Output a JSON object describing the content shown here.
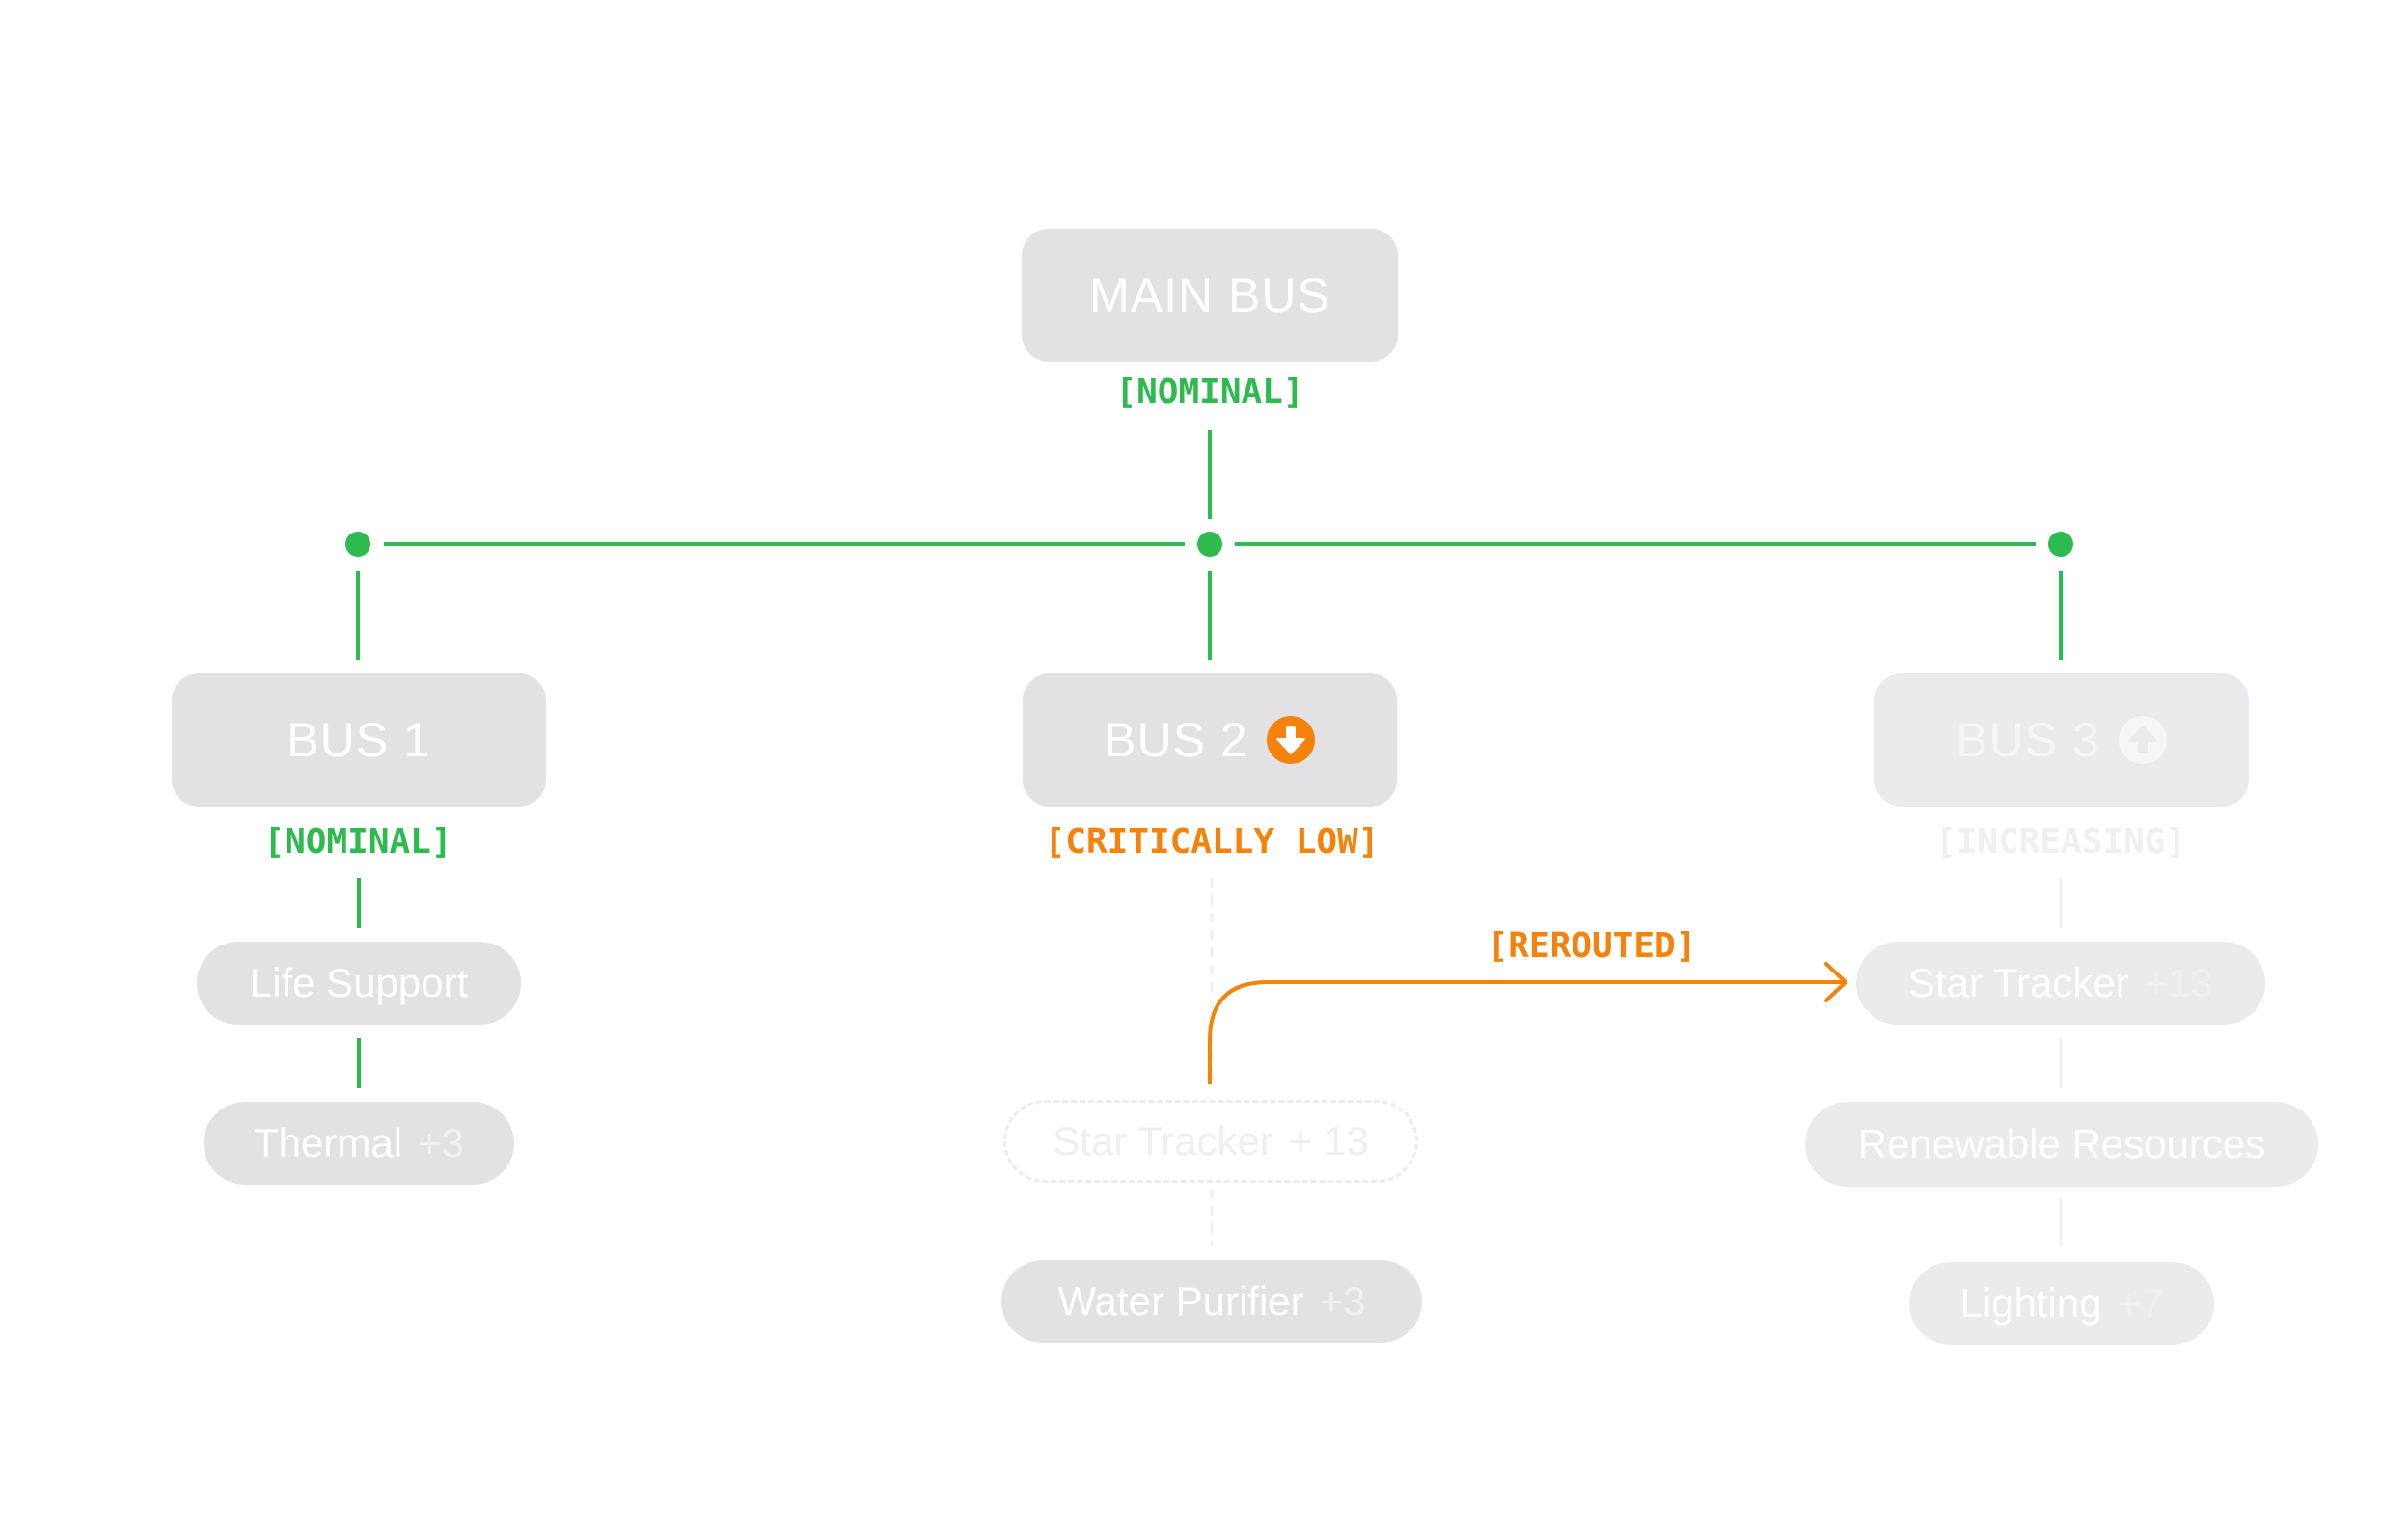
{
  "colors": {
    "nominal": "#2dba4e",
    "critical": "#f5820a",
    "faded_status": "#f0f0f2",
    "box": "#e2e2e4",
    "box_text": "#ffffff"
  },
  "main_bus": {
    "label": "MAIN BUS",
    "status": "[NOMINAL]"
  },
  "buses": [
    {
      "label": "BUS 1",
      "status": "[NOMINAL]",
      "icon": "",
      "loads": [
        {
          "name": "Life Support",
          "count": ""
        },
        {
          "name": "Thermal",
          "count": "+3"
        }
      ]
    },
    {
      "label": "BUS 2",
      "status": "[CRITICALLY LOW]",
      "icon": "arrow-down-circle-icon",
      "loads": [
        {
          "name": "Star Tracker",
          "count": "+ 13"
        },
        {
          "name": "Water Purifier",
          "count": "+3"
        }
      ]
    },
    {
      "label": "BUS 3",
      "status": "[INCREASING]",
      "icon": "arrow-up-circle-icon",
      "loads": [
        {
          "name": "Star Tracker",
          "count": "+13"
        },
        {
          "name": "Renewable Resources",
          "count": ""
        },
        {
          "name": "Lighting",
          "count": "+7"
        }
      ]
    }
  ],
  "reroute": {
    "label": "[REROUTED]",
    "from": "Star Tracker + 13",
    "to": "Star Tracker +13"
  }
}
